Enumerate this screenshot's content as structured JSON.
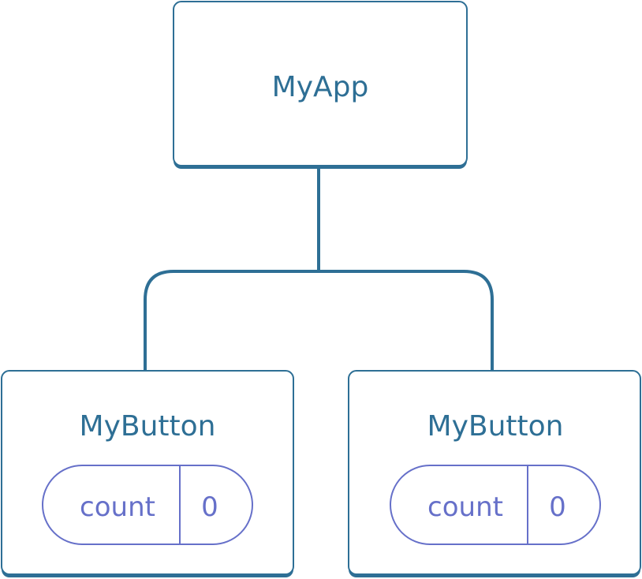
{
  "root": {
    "label": "MyApp"
  },
  "children": [
    {
      "label": "MyButton",
      "state": {
        "name": "count",
        "value": "0"
      }
    },
    {
      "label": "MyButton",
      "state": {
        "name": "count",
        "value": "0"
      }
    }
  ],
  "colors": {
    "component": "#2e6f95",
    "state": "#6670c9",
    "background": "#ffffff"
  }
}
